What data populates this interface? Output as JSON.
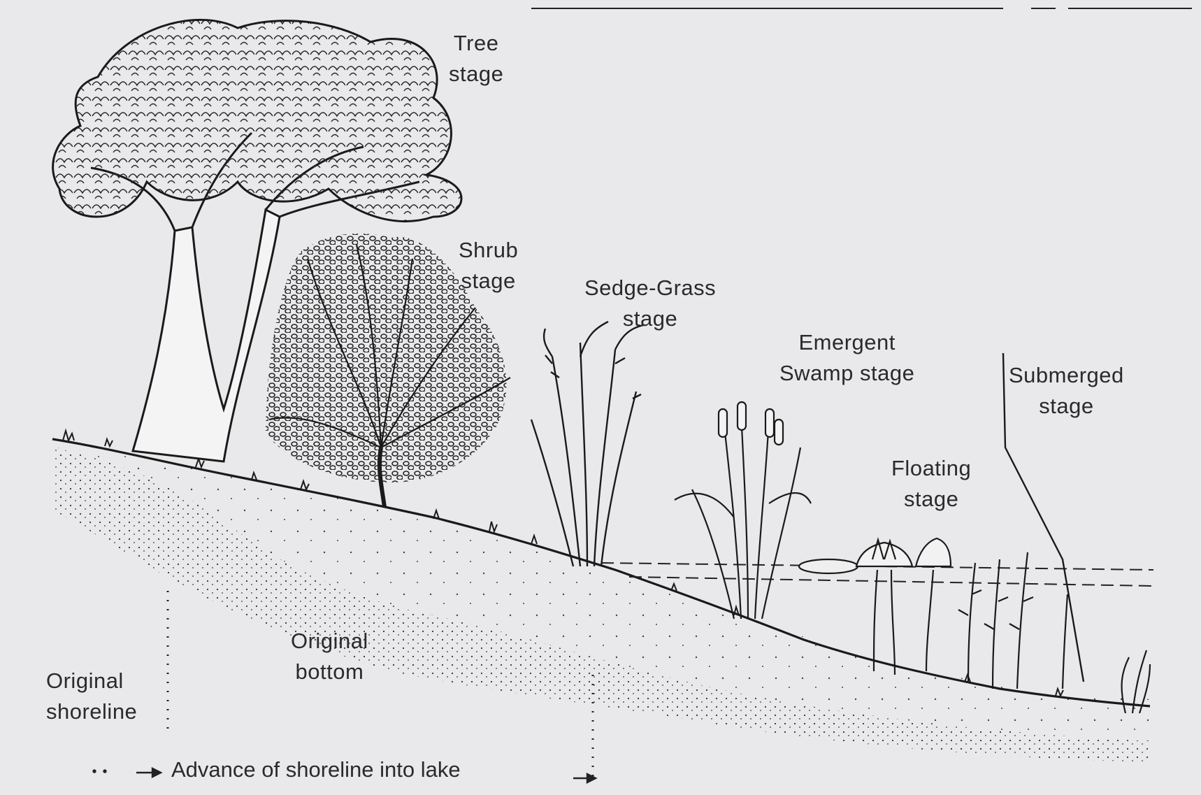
{
  "labels": {
    "tree": [
      "Tree",
      "stage"
    ],
    "shrub": [
      "Shrub",
      "stage"
    ],
    "sedge": [
      "Sedge-Grass",
      "stage"
    ],
    "emergent": [
      "Emergent",
      "Swamp stage"
    ],
    "submerged": [
      "Submerged",
      "stage"
    ],
    "floating": [
      "Floating",
      "stage"
    ],
    "original_bottom": [
      "Original",
      "bottom"
    ],
    "original_shoreline": [
      "Original",
      "shoreline"
    ],
    "advance": "Advance of shoreline into lake"
  }
}
